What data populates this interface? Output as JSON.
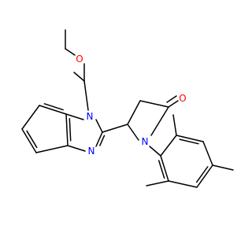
{
  "molecule": {
    "atom_labels": {
      "methoxy_oxygen": "O",
      "benzimidazole_n1": "N",
      "benzimidazole_n3": "N",
      "pyrrolidinone_nitrogen": "N",
      "carbonyl_oxygen": "O"
    },
    "colors": {
      "bond": "#000000",
      "oxygen": "#ff0000",
      "nitrogen": "#0000ff",
      "background": "#ffffff"
    }
  }
}
